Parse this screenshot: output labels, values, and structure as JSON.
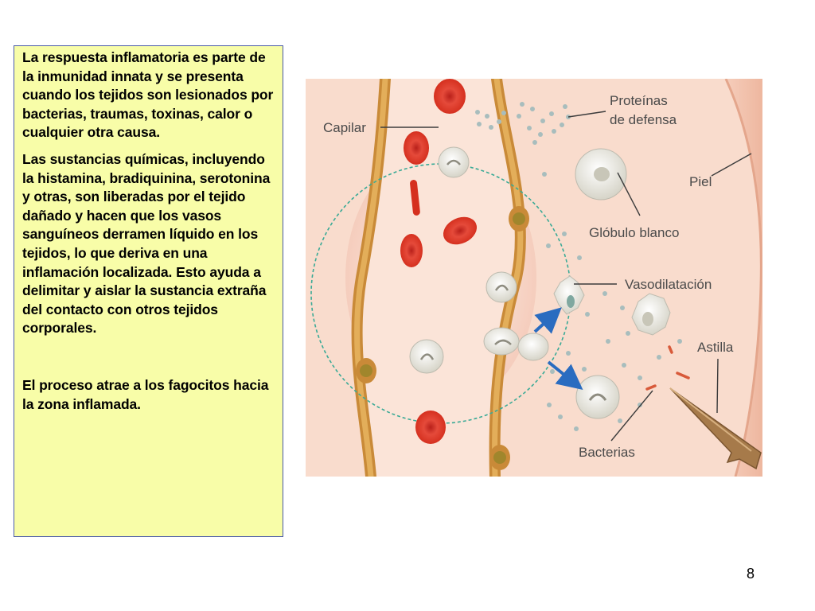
{
  "text_box": {
    "paragraphs": [
      "La respuesta inflamatoria es parte de la inmunidad innata y se presenta cuando los tejidos son lesionados por bacterias, traumas, toxinas, calor o cualquier otra causa.",
      "Las sustancias químicas, incluyendo la histamina, bradiquinina, serotonina y otras, son liberadas por el tejido dañado y hacen que los vasos sanguíneos derramen líquido en los tejidos, lo que deriva en una inflamación localizada. Esto ayuda a delimitar y aislar la sustancia extraña del contacto con otros tejidos corporales.",
      "El proceso atrae a los fagocitos hacia la zona inflamada."
    ]
  },
  "diagram": {
    "labels": {
      "capilar": "Capilar",
      "proteinas_l1": "Proteínas",
      "proteinas_l2": "de defensa",
      "piel": "Piel",
      "globulo": "Glóbulo blanco",
      "vasodilatacion": "Vasodilatación",
      "astilla": "Astilla",
      "bacterias": "Bacterias"
    },
    "colors": {
      "tissue": "#f7d5c5",
      "capillary_wall": "#d9a04a",
      "red_cell": "#e0392b",
      "white_cell": "#ecebe2",
      "arrow": "#2a6cc0",
      "dashed_circle": "#3aaa96"
    }
  },
  "page_number": "8"
}
